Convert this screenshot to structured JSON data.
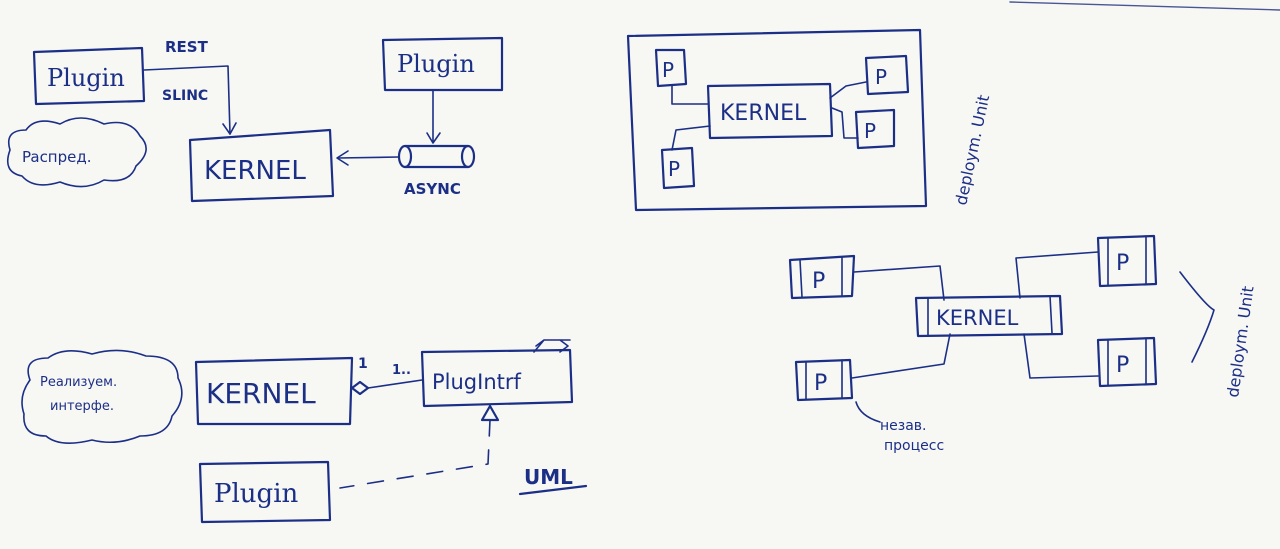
{
  "top_left": {
    "plugin_left": "Plugin",
    "plugin_right": "Plugin",
    "kernel": "KERNEL",
    "label_rest": "REST",
    "label_sync": "SLINC",
    "label_async": "ASYNC",
    "cloud_note": "Pacпред."
  },
  "top_right": {
    "kernel": "KERNEL",
    "plugins": [
      "P",
      "P",
      "P",
      "P"
    ],
    "side_label": "deploym. Unit"
  },
  "bottom_left": {
    "kernel": "KERNEL",
    "interface": "PlugIntrf",
    "plugin": "Plugin",
    "mult_kernel": "1",
    "mult_interface": "1..",
    "uml_label": "UML",
    "cloud_note_line1": "Реализуем.",
    "cloud_note_line2": "интерфе."
  },
  "bottom_right": {
    "kernel": "KERNEL",
    "plugins": [
      "P",
      "P",
      "P",
      "P"
    ],
    "side_label": "deploym. Unit",
    "note_line1": "незав.",
    "note_line2": "процесс"
  }
}
